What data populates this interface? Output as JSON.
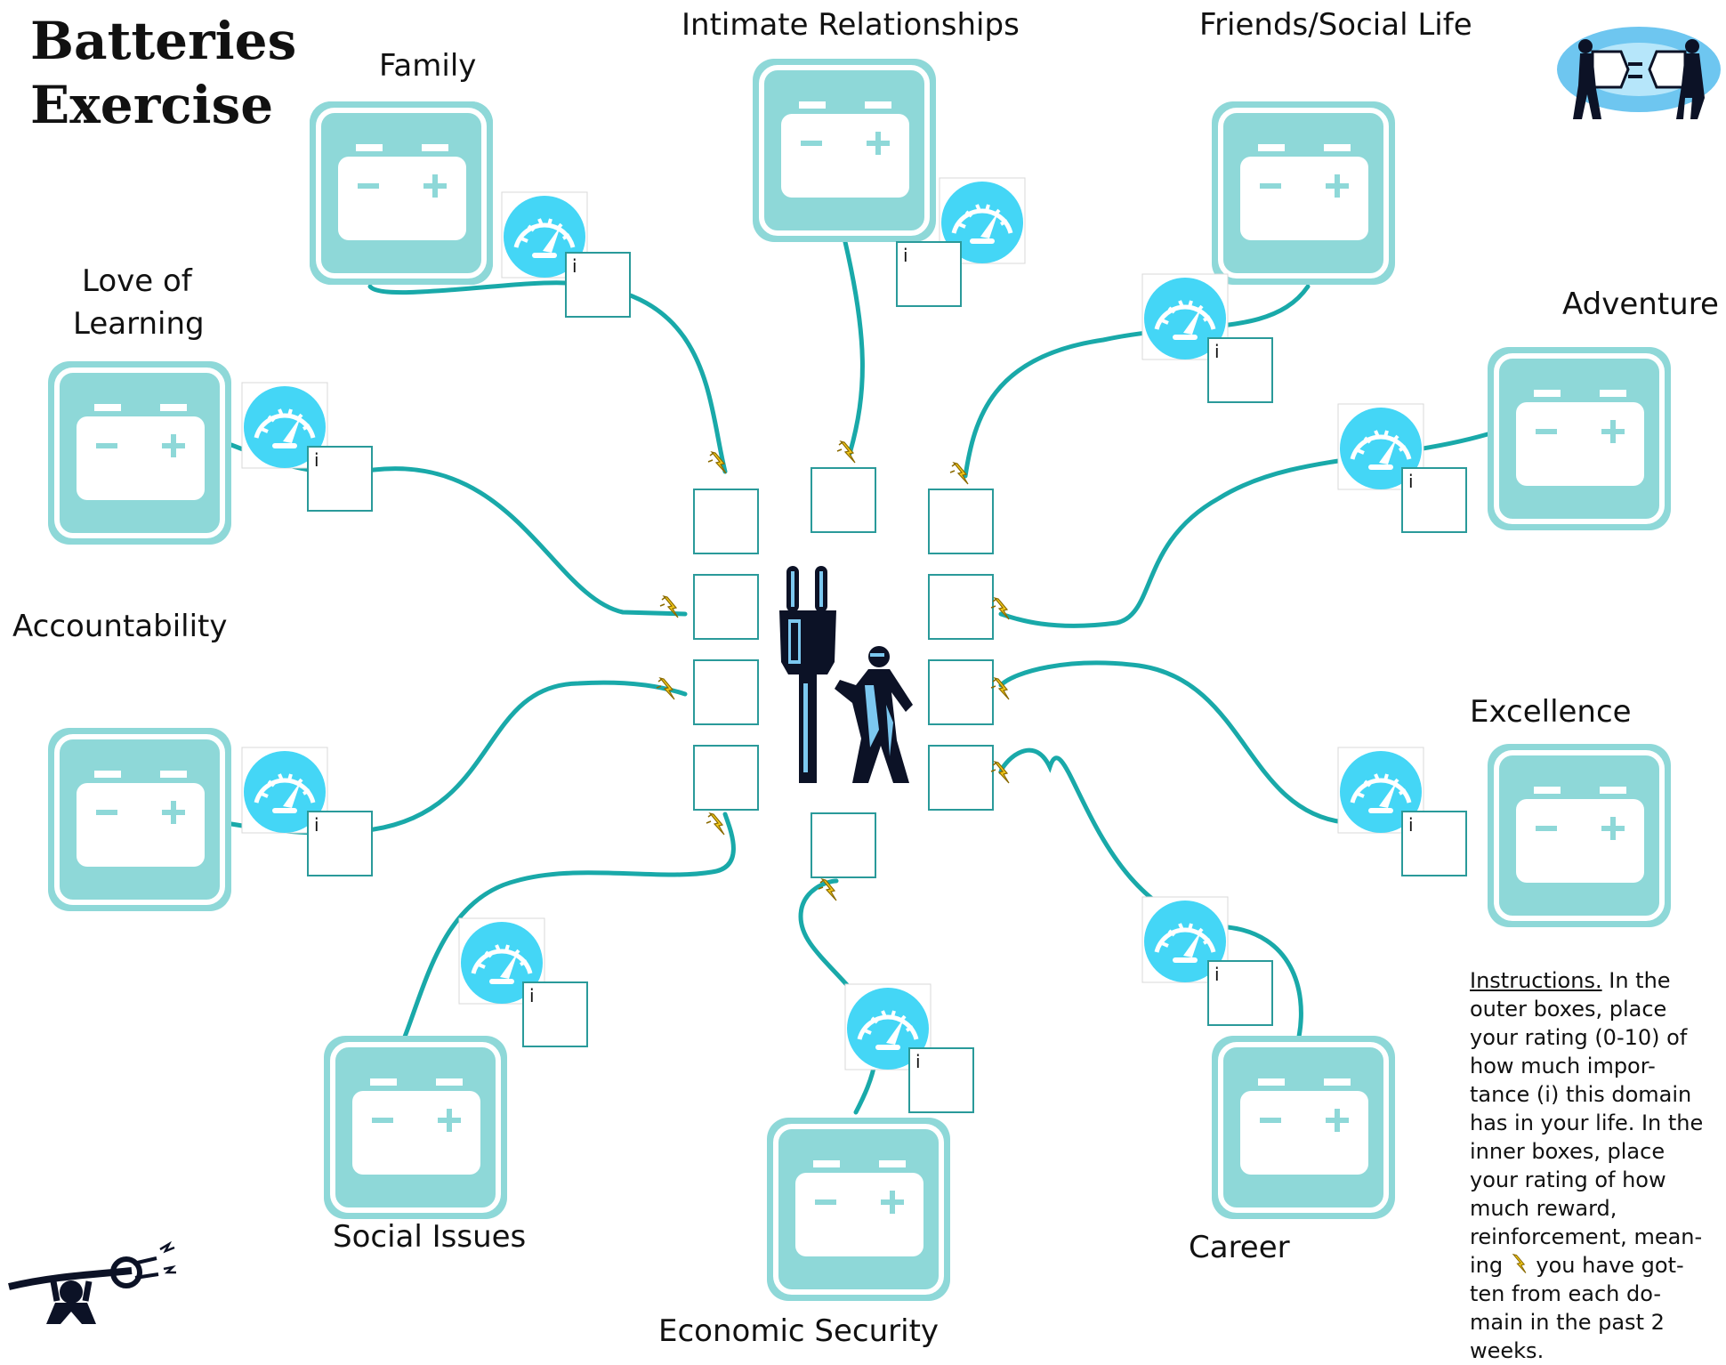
{
  "title_lines": [
    "Batteries",
    "Exercise"
  ],
  "domains": [
    {
      "id": "family",
      "label": "Family"
    },
    {
      "id": "intimate",
      "label": "Intimate Relationships"
    },
    {
      "id": "friends",
      "label": "Friends/Social Life"
    },
    {
      "id": "learning",
      "label_lines": [
        "Love of",
        "Learning"
      ]
    },
    {
      "id": "adventure",
      "label": "Adventure"
    },
    {
      "id": "accountability",
      "label": "Accountability"
    },
    {
      "id": "excellence",
      "label": "Excellence"
    },
    {
      "id": "social",
      "label": "Social Issues"
    },
    {
      "id": "economic",
      "label": "Economic Security"
    },
    {
      "id": "career",
      "label": "Career"
    }
  ],
  "importance_box_marker": "i",
  "instructions": {
    "lead": "Instructions.",
    "text_before_icon": "In the outer boxes, place your rating (0-10) of how much impor-tance (i) this domain has in your life. In the inner boxes, place your rating of how much reward, reinforcement, mean-ing",
    "text_after_icon": "you have got-ten from each do-main in the past 2 weeks."
  },
  "icons": {
    "battery": "battery-icon",
    "gauge": "gauge-icon",
    "plug": "plug-figure-icon",
    "spark": "spark-bolt-icon",
    "couple": "plugging-couple-icon",
    "logo": "plug-lifter-logo-icon"
  },
  "colors": {
    "battery_frame": "#8ed8d8",
    "battery_frame_light": "#a3e4e8",
    "cord": "#19a9a9",
    "gauge": "#44d6f6",
    "box_border": "#2a9a9a",
    "bolt": "#f2c81a",
    "plug_dark": "#0c1226",
    "plug_accent": "#7cc8f0"
  }
}
